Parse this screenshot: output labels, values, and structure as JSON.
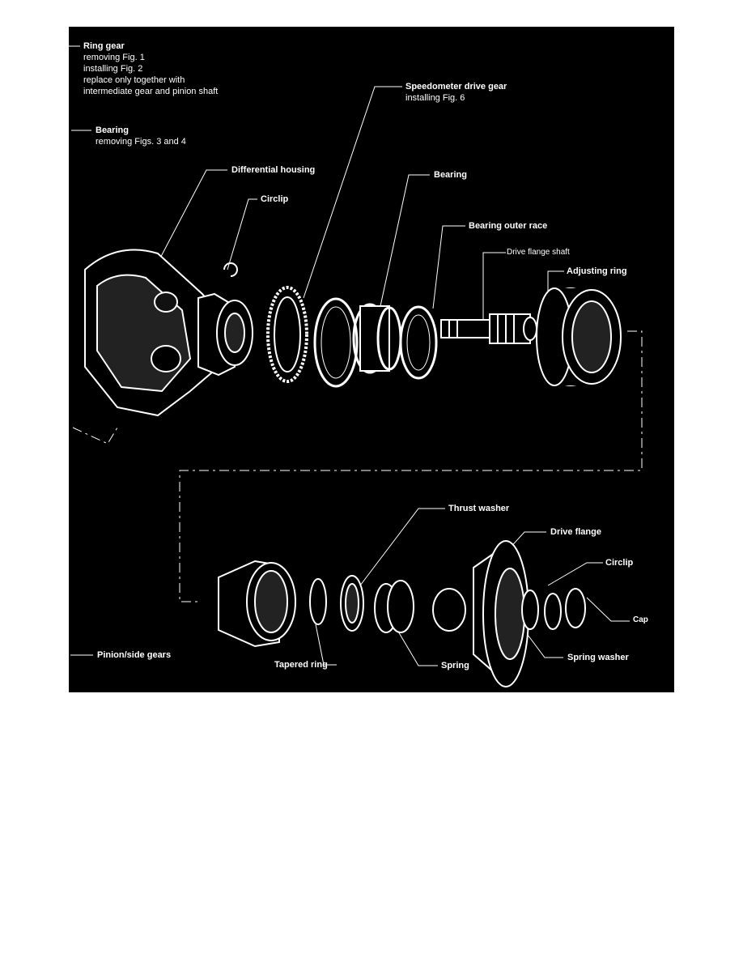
{
  "labels": {
    "ring_gear": {
      "title": "Ring gear",
      "lines": [
        "removing Fig. 1",
        "installing Fig. 2",
        "replace only together with",
        "intermediate gear and pinion shaft"
      ]
    },
    "bearing_left": {
      "title": "Bearing",
      "lines": [
        "removing Figs. 3 and 4"
      ]
    },
    "speedometer_drive_gear": {
      "title": "Speedometer drive gear",
      "lines": [
        "installing Fig. 6"
      ]
    },
    "differential_housing": "Differential housing",
    "circlip_top": "Circlip",
    "bearing_top": "Bearing",
    "bearing_outer_race": "Bearing outer race",
    "drive_flange_shaft": "Drive flange shaft",
    "adjusting_ring": "Adjusting ring",
    "thrust_washer": "Thrust washer",
    "drive_flange": "Drive flange",
    "circlip_bottom": "Circlip",
    "cap": "Cap",
    "spring_washer": "Spring washer",
    "spring": "Spring",
    "tapered_ring": "Tapered ring",
    "pinion_side_gears": "Pinion/side gears"
  }
}
